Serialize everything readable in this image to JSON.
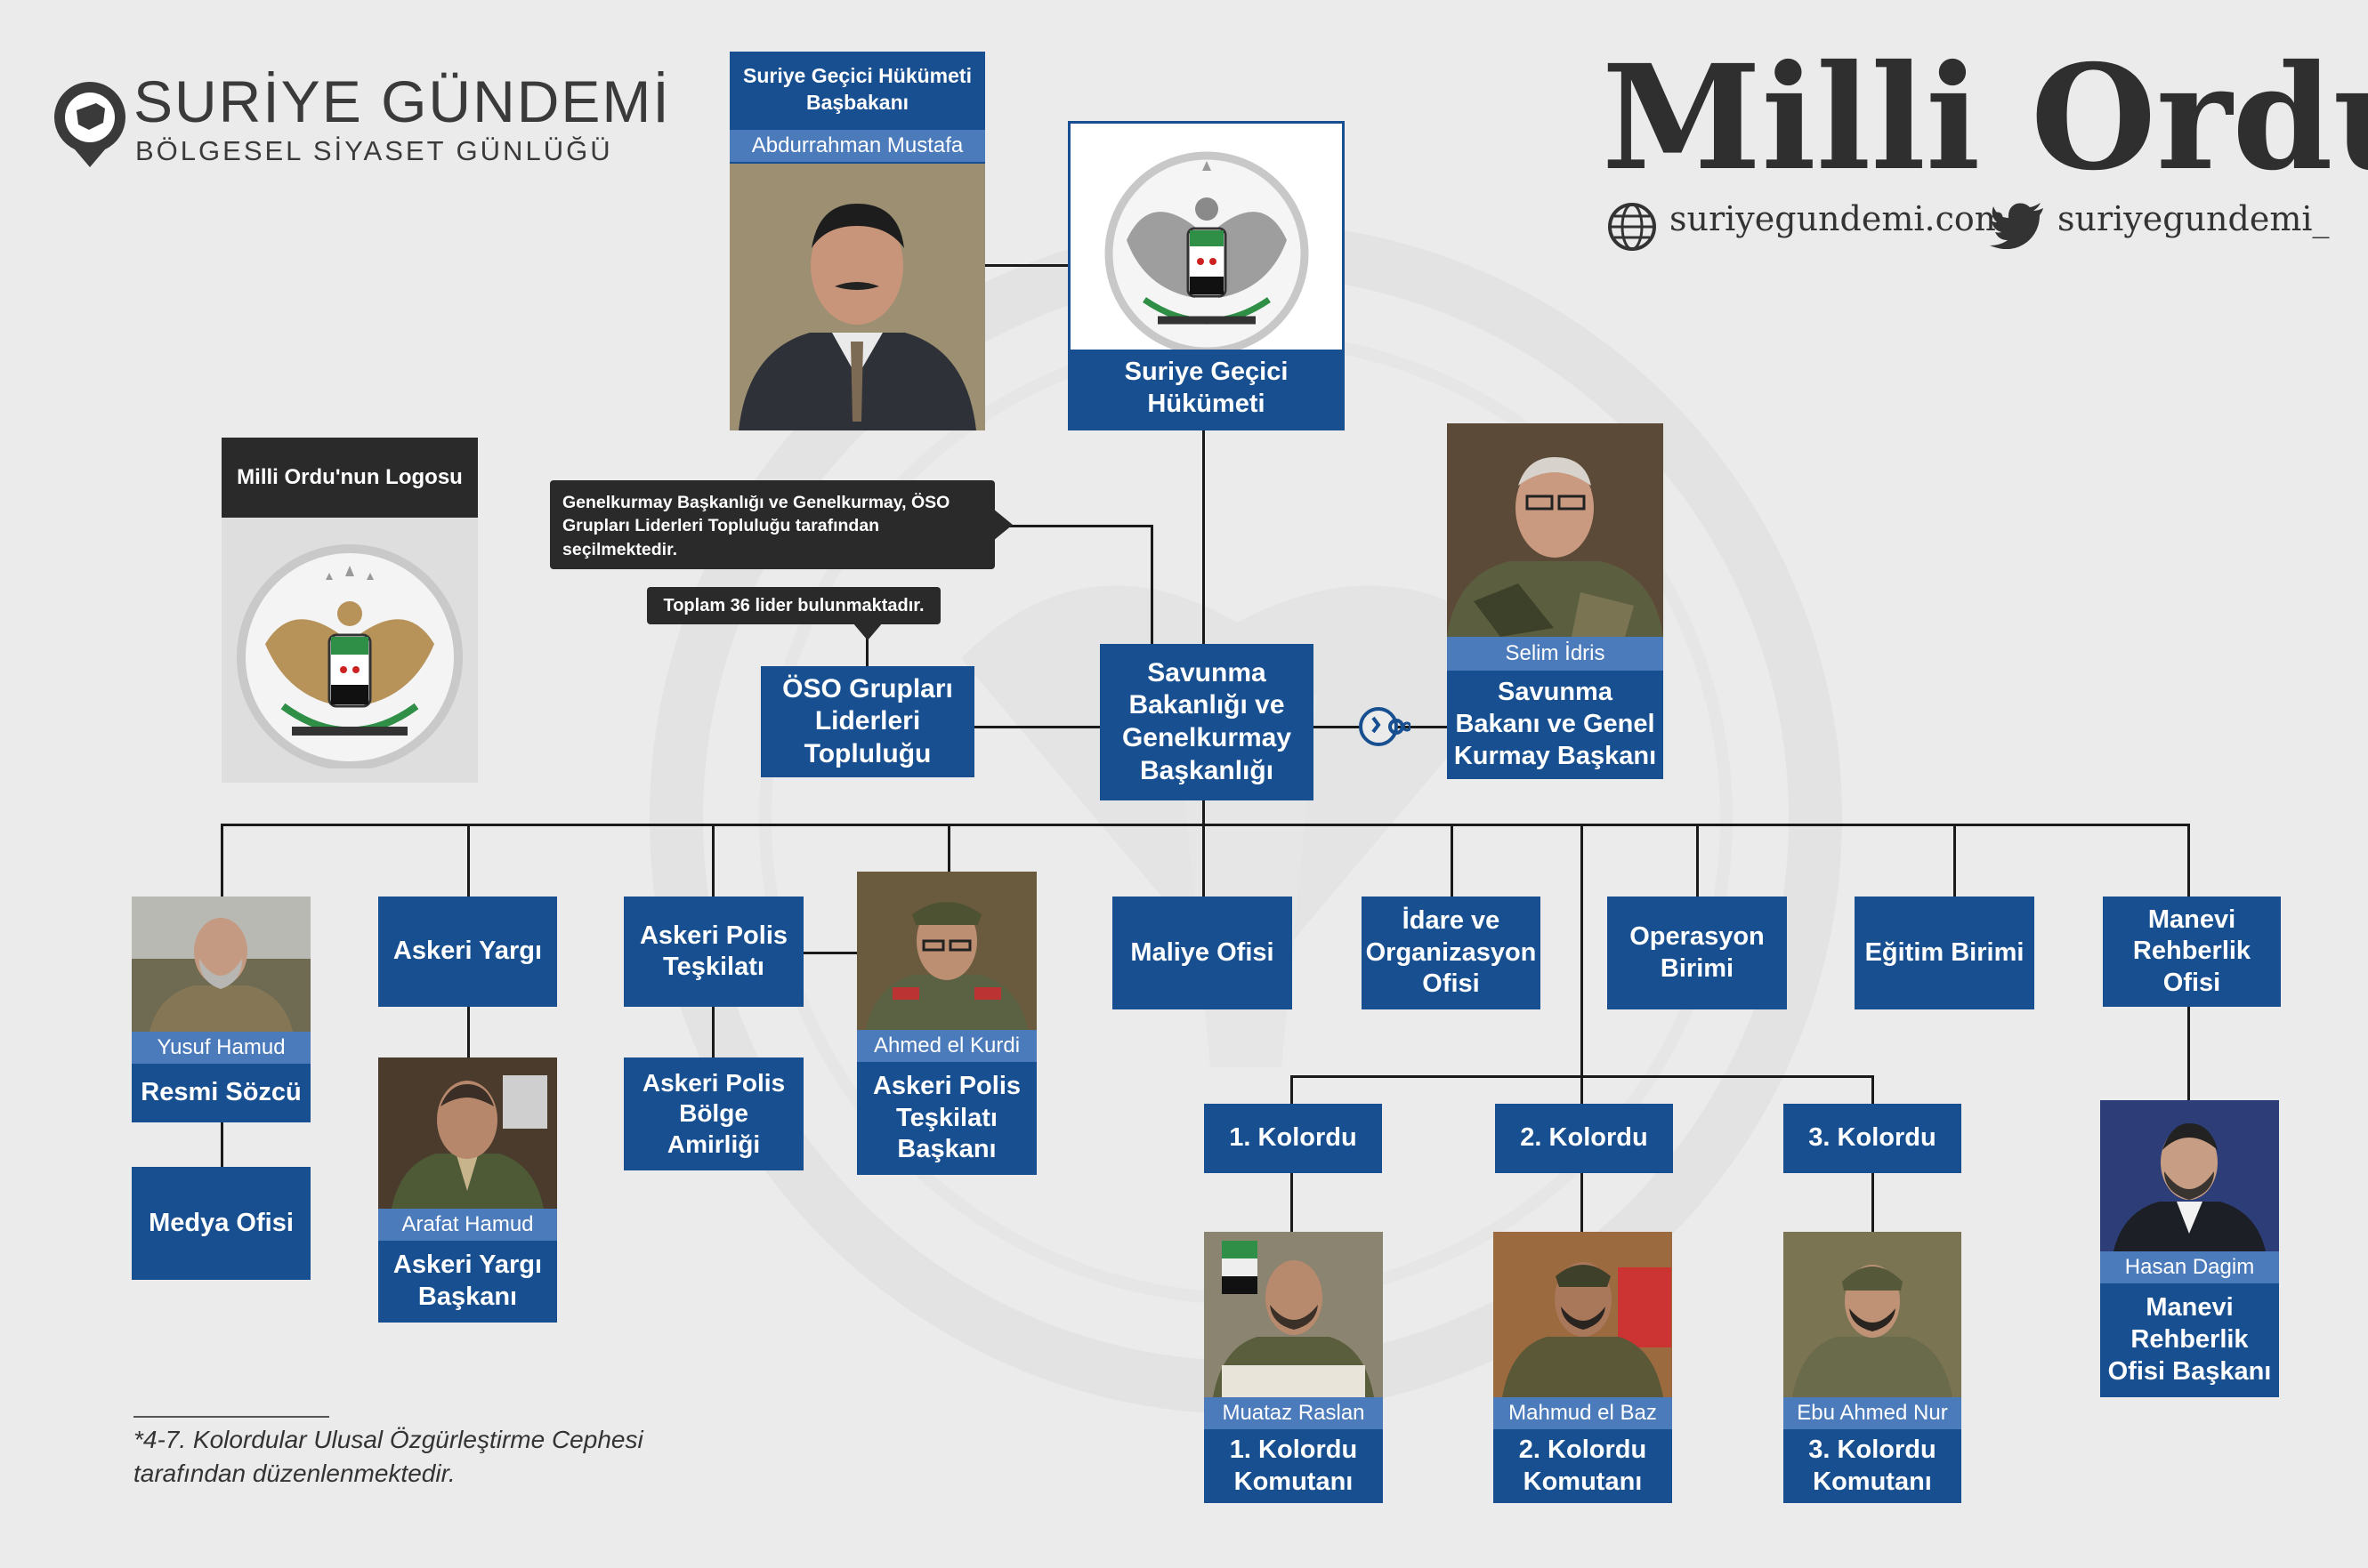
{
  "brand": {
    "name": "SURİYE GÜNDEMİ",
    "tagline": "BÖLGESEL SİYASET GÜNLÜĞÜ"
  },
  "header": {
    "title": "Milli Ordu",
    "website": "suriyegundemi.com",
    "twitter": "suriyegundemi_"
  },
  "colors": {
    "box": "#174f90",
    "name_strip": "#4b7bbb",
    "line": "#1a1a1a",
    "callout": "#2a2a2a",
    "title": "#2f2f2f"
  },
  "logo_panel": {
    "label": "Milli Ordu'nun Logosu"
  },
  "pm": {
    "title": "Suriye Geçici Hükümeti Başbakanı",
    "name": "Abdurrahman Mustafa"
  },
  "government": {
    "label": "Suriye Geçici Hükümeti"
  },
  "callouts": {
    "selection": "Genelkurmay Başkanlığı ve Genelkurmay, ÖSO Grupları Liderleri Topluluğu tarafından seçilmektedir.",
    "leaders_count": "Toplam 36 lider bulunmaktadır."
  },
  "oso": {
    "label": "ÖSO Grupları Liderleri Topluluğu"
  },
  "ministry": {
    "label": "Savunma Bakanlığı ve Genelkurmay Başkanlığı"
  },
  "minister": {
    "name": "Selim İdris",
    "title": "Savunma Bakanı ve Genel Kurmay Başkanı"
  },
  "units": {
    "spokesman": {
      "name": "Yusuf Hamud",
      "title": "Resmi Sözcü"
    },
    "media_office": "Medya Ofisi",
    "military_justice": "Askeri Yargı",
    "justice_head": {
      "name": "Arafat Hamud",
      "title": "Askeri Yargı Başkanı"
    },
    "military_police": "Askeri Polis Teşkilatı",
    "police_regional": "Askeri Polis Bölge Amirliği",
    "police_head": {
      "name": "Ahmed el Kurdi",
      "title": "Askeri Polis Teşkilatı Başkanı"
    },
    "finance": "Maliye Ofisi",
    "admin": "İdare ve Organizasyon Ofisi",
    "operations": "Operasyon Birimi",
    "training": "Eğitim Birimi",
    "guidance": "Manevi Rehberlik Ofisi",
    "guidance_head": {
      "name": "Hasan Dagim",
      "title": "Manevi Rehberlik Ofisi Başkanı"
    }
  },
  "corps": [
    {
      "label": "1. Kolordu",
      "name": "Muataz Raslan",
      "title": "1. Kolordu Komutanı"
    },
    {
      "label": "2. Kolordu",
      "name": "Mahmud el Baz",
      "title": "2. Kolordu Komutanı"
    },
    {
      "label": "3. Kolordu",
      "name": "Ebu Ahmed Nur",
      "title": "3. Kolordu Komutanı"
    }
  ],
  "footnote": "*4-7. Kolordular Ulusal Özgürleştirme Cephesi tarafından düzenlenmektedir."
}
